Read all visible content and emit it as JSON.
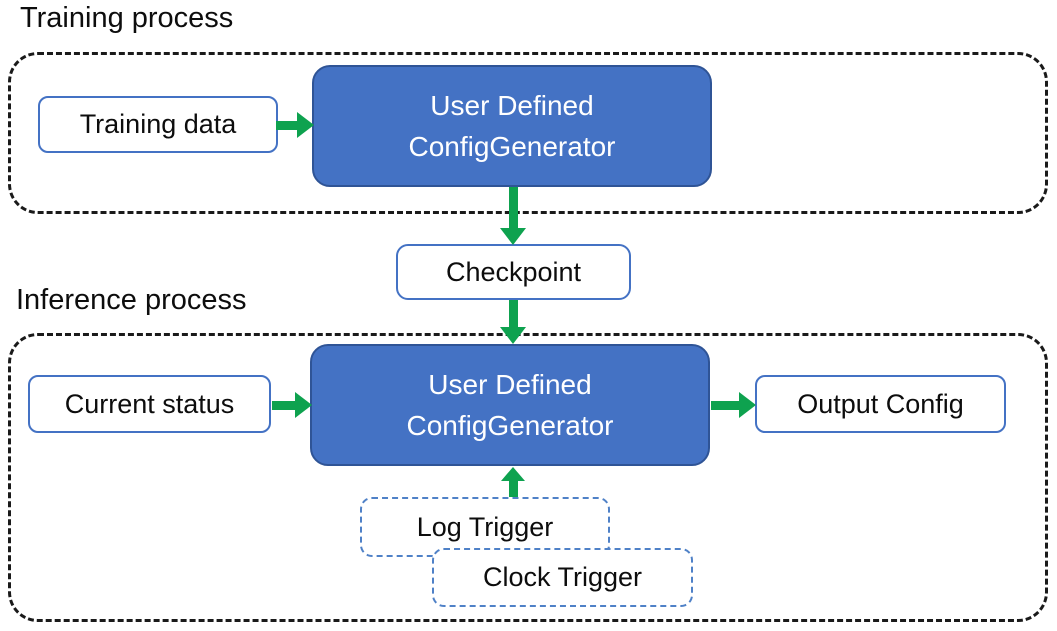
{
  "colors": {
    "arrow_green": "#0ea24f",
    "box_blue_fill": "#4472c4",
    "box_blue_border": "#2f5496",
    "outline_blue": "#4472c4",
    "trigger_dash_blue": "#4f81c7",
    "container_dash": "#1a1a1a",
    "text_dark": "#0d0d0d",
    "generator_text": "#ffffff"
  },
  "training": {
    "title": "Training process",
    "input_label": "Training data",
    "generator": {
      "line1": "User Defined",
      "line2": "ConfigGenerator"
    }
  },
  "checkpoint_label": "Checkpoint",
  "inference": {
    "title": "Inference process",
    "input_label": "Current status",
    "generator": {
      "line1": "User Defined",
      "line2": "ConfigGenerator"
    },
    "output_label": "Output Config",
    "triggers": {
      "log": "Log Trigger",
      "clock": "Clock Trigger"
    }
  }
}
